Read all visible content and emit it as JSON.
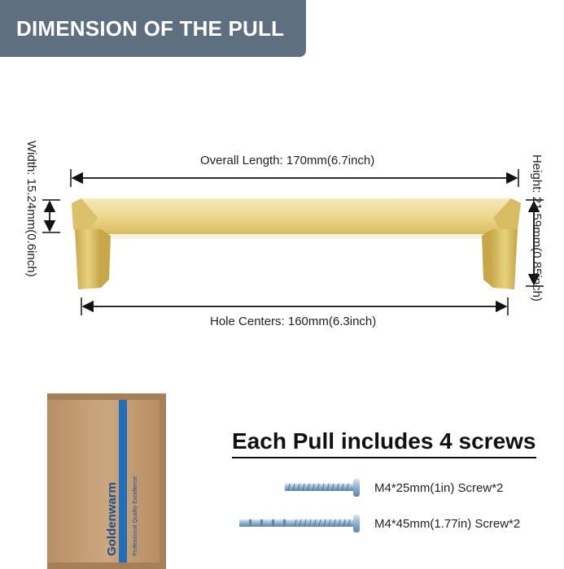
{
  "banner": {
    "title": "DIMENSION OF THE PULL"
  },
  "dimensions": {
    "overall_length": "Overall Length: 170mm(6.7inch)",
    "hole_centers": "Hole Centers: 160mm(6.3inch)",
    "width": "Width: 15.24mm(0.6inch)",
    "height": "Height: 21.59mm(0.85inch)"
  },
  "box": {
    "brand": "Goldenwarm",
    "tagline": "Professional Quality Excellence"
  },
  "screws": {
    "title": "Each Pull includes 4 screws",
    "items": [
      {
        "label": "M4*25mm(1in) Screw*2"
      },
      {
        "label": "M4*45mm(1.77in) Screw*2"
      }
    ]
  },
  "colors": {
    "banner_bg": "#5e6f7f",
    "pull_gold": "#e6cf7a",
    "box_kraft": "#c9a57c",
    "box_stripe": "#1f6fb8",
    "screw_steel": "#8fb0cc"
  }
}
